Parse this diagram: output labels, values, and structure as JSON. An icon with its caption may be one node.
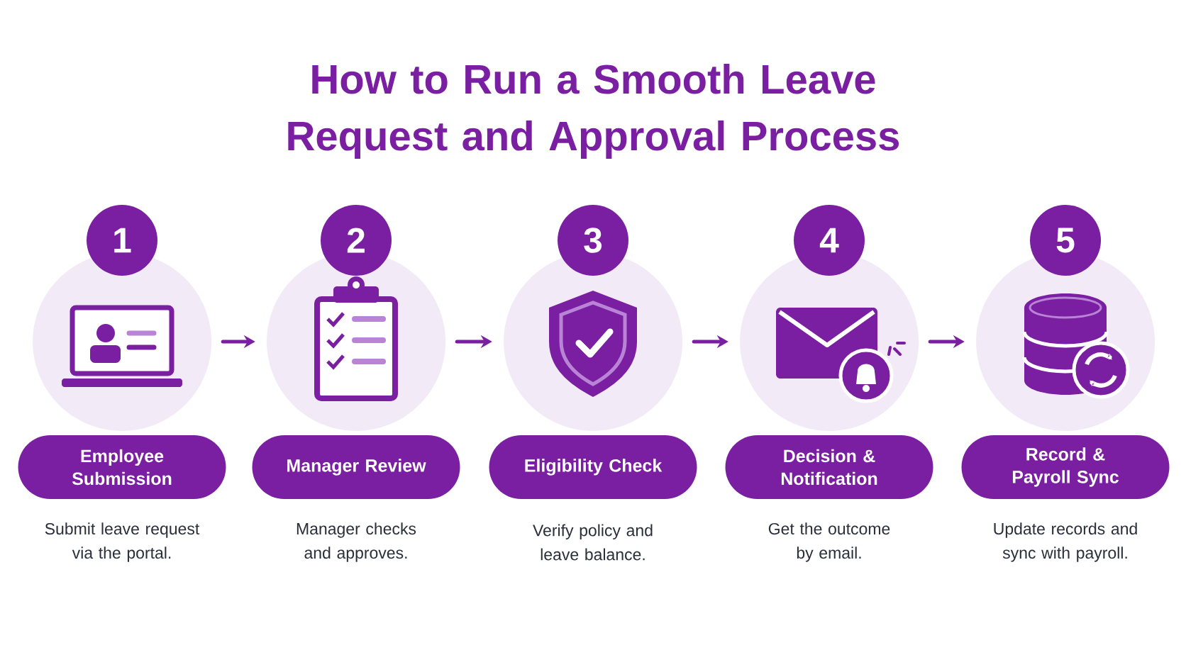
{
  "diagram": {
    "title": "How to Run a Smooth Leave Request and Approval Process",
    "nodes": [
      {
        "text": [],
        "shape": "circle",
        "beside": [
          "1"
        ]
      },
      {
        "text": [],
        "shape": "circle",
        "beside": [
          "2"
        ]
      },
      {
        "text": [],
        "shape": "circle",
        "beside": [
          "3"
        ]
      },
      {
        "text": [],
        "shape": "circle",
        "beside": [
          "4"
        ]
      },
      {
        "text": [],
        "shape": "circle",
        "beside": [
          "5"
        ]
      },
      {
        "text": [
          "Employee Submission"
        ],
        "beside": [
          "Submit leave request via the portal."
        ]
      },
      {
        "text": [
          "Manager Review"
        ],
        "beside": [
          "Manager checks and approves."
        ]
      },
      {
        "text": [
          "Eligibility Check"
        ],
        "beside": [
          "Verify policy and leave balance."
        ]
      },
      {
        "text": [
          "Decision & Notification"
        ],
        "beside": [
          "Get the outcome by email."
        ]
      },
      {
        "text": [
          "Record & Payroll Sync"
        ],
        "beside": [
          "Update records and sync with payroll."
        ]
      }
    ],
    "edges": [
      {
        "from": 0,
        "to": 1,
        "arrow": "to"
      },
      {
        "from": 1,
        "to": 2,
        "arrow": "to"
      },
      {
        "from": 2,
        "to": 3,
        "arrow": "to"
      },
      {
        "from": 3,
        "to": 4,
        "arrow": "to"
      }
    ]
  }
}
